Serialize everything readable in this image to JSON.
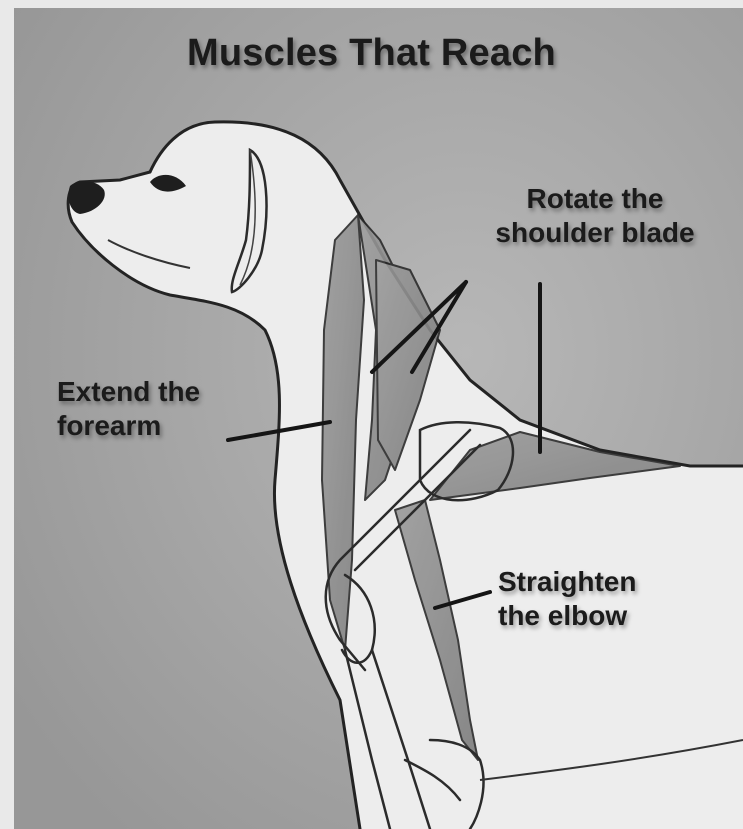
{
  "title": "Muscles That  Reach",
  "labels": {
    "rotate": {
      "line1": "Rotate the",
      "line2": "shoulder blade"
    },
    "extend": {
      "line1": "Extend the",
      "line2": "forearm"
    },
    "straighten": {
      "line1": "Straighten",
      "line2": "the elbow"
    }
  },
  "colors": {
    "board": "#a9a9a9",
    "dog_body": "#eeeeee",
    "muscle": "#8a8a8a",
    "outline": "#232323"
  }
}
